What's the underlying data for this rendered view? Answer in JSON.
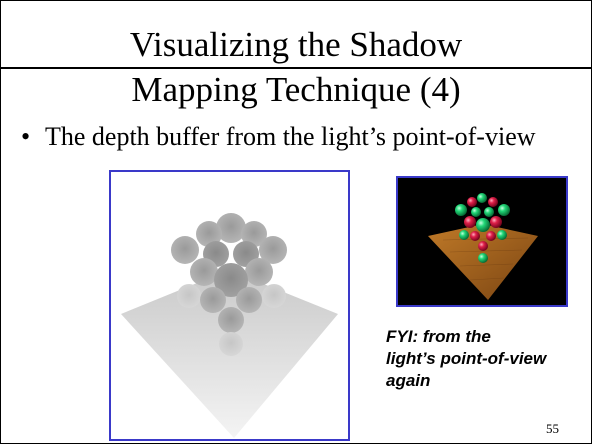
{
  "slide": {
    "title_line1": "Visualizing the Shadow",
    "title_line2": "Mapping Technique (4)",
    "bullet_symbol": "•",
    "bullet_text": "The depth buffer from the light’s point-of-view",
    "images": {
      "depth_buffer": "grayscale depth-buffer image: gray spheres above a gradient inverted-triangle floor",
      "scene_render": "rendered scene: red and green spheres above a wooden floor on black background"
    },
    "caption_lines": [
      "FYI: from the",
      "light’s point-of-view",
      "again"
    ],
    "page_number": "55",
    "colors": {
      "frame_border": "#3a39c9",
      "scene_background": "#000000",
      "sphere_red": "#d0153a",
      "sphere_green": "#20d070",
      "floor_wood": "#a8651f"
    }
  }
}
